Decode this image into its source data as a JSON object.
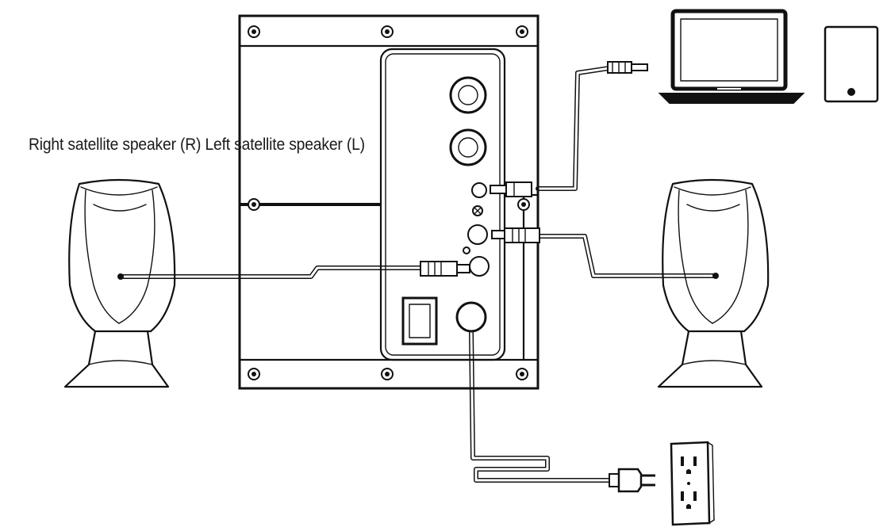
{
  "labels": {
    "right_speaker": "Right satellite speaker (R)",
    "left_speaker": "Left satellite speaker (L)"
  },
  "icons": [
    "subwoofer-rear-panel",
    "laptop-icon",
    "smartphone-icon",
    "satellite-speaker-right",
    "satellite-speaker-left",
    "wall-outlet-icon",
    "power-plug-icon",
    "audio-jack-icon",
    "rca-connector-icon"
  ]
}
